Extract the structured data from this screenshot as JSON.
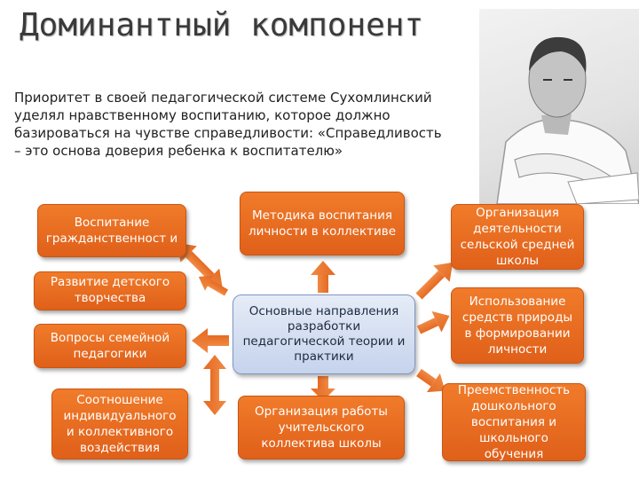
{
  "title": "Доминантный компонент",
  "intro_lines": [
    "Приоритет в своей педагогической системе Сухомлинский",
    "уделял  нравственному воспитанию, которое должно",
    "базироваться на чувстве справедливости: «Справедливость",
    "– это основа доверия ребенка к воспитателю»"
  ],
  "center": "Основные направления разработки педагогической теории и практики",
  "boxes": {
    "b1": "Воспитание гражданственност и",
    "b2": "Развитие детского творчества",
    "b3": "Вопросы семейной педагогики",
    "b4": "Соотношение индивидуального и коллективного воздействия",
    "b5": "Методика воспитания личности в коллективе",
    "b6": "Организация работы учительского коллектива школы",
    "b7": "Организация деятельности сельской средней школы",
    "b8": "Использование средств природы в формировании личности",
    "b9": "Преемственность дошкольного воспитания и школьного обучения"
  },
  "colors": {
    "box_orange": "#e8681f",
    "center_blue": "#c5d3ec",
    "arrow_orange": "#ec7a30"
  }
}
